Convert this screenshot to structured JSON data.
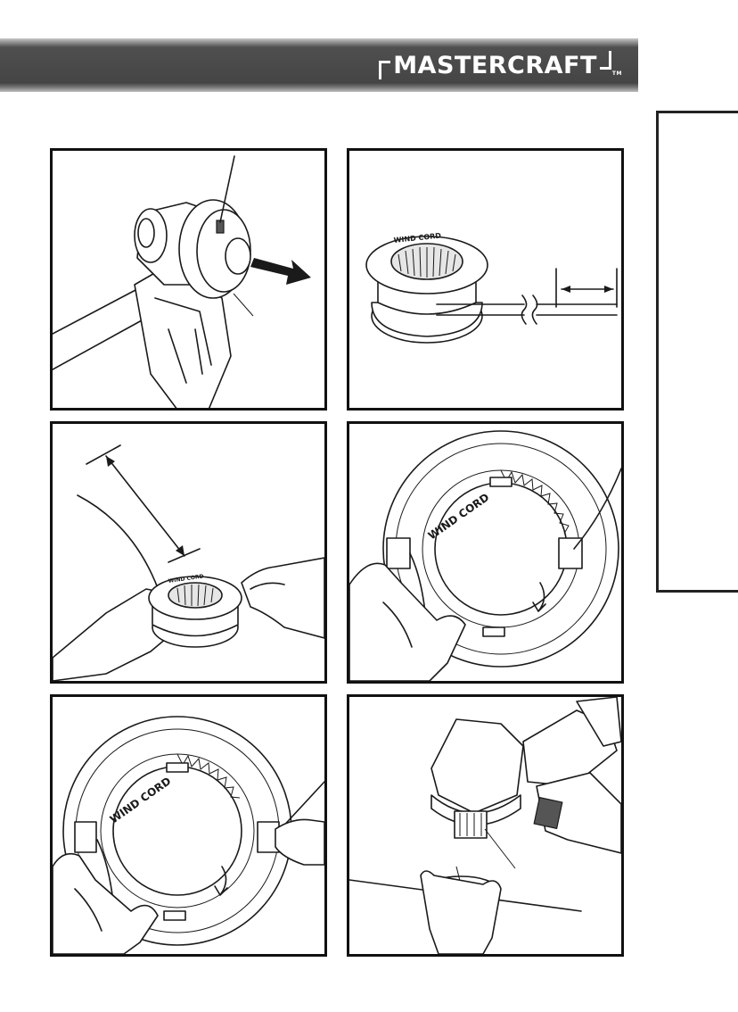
{
  "header": {
    "brand": "MASTERCRAFT",
    "trademark": "TM",
    "colors": {
      "banner": "#454545",
      "text": "#ffffff",
      "line": "#1a1a1a"
    }
  },
  "figures": [
    {
      "id": 1,
      "content": "trimmer head with spool pulled out, arrow pointing right"
    },
    {
      "id": 2,
      "spool_label": "WIND CORD"
    },
    {
      "id": 3,
      "spool_label": "WIND CORD"
    },
    {
      "id": 4,
      "spool_label": "WIND CORD"
    },
    {
      "id": 5,
      "spool_label": "WIND CORD"
    },
    {
      "id": 6,
      "content": "trimmer head held above spool cap"
    }
  ]
}
